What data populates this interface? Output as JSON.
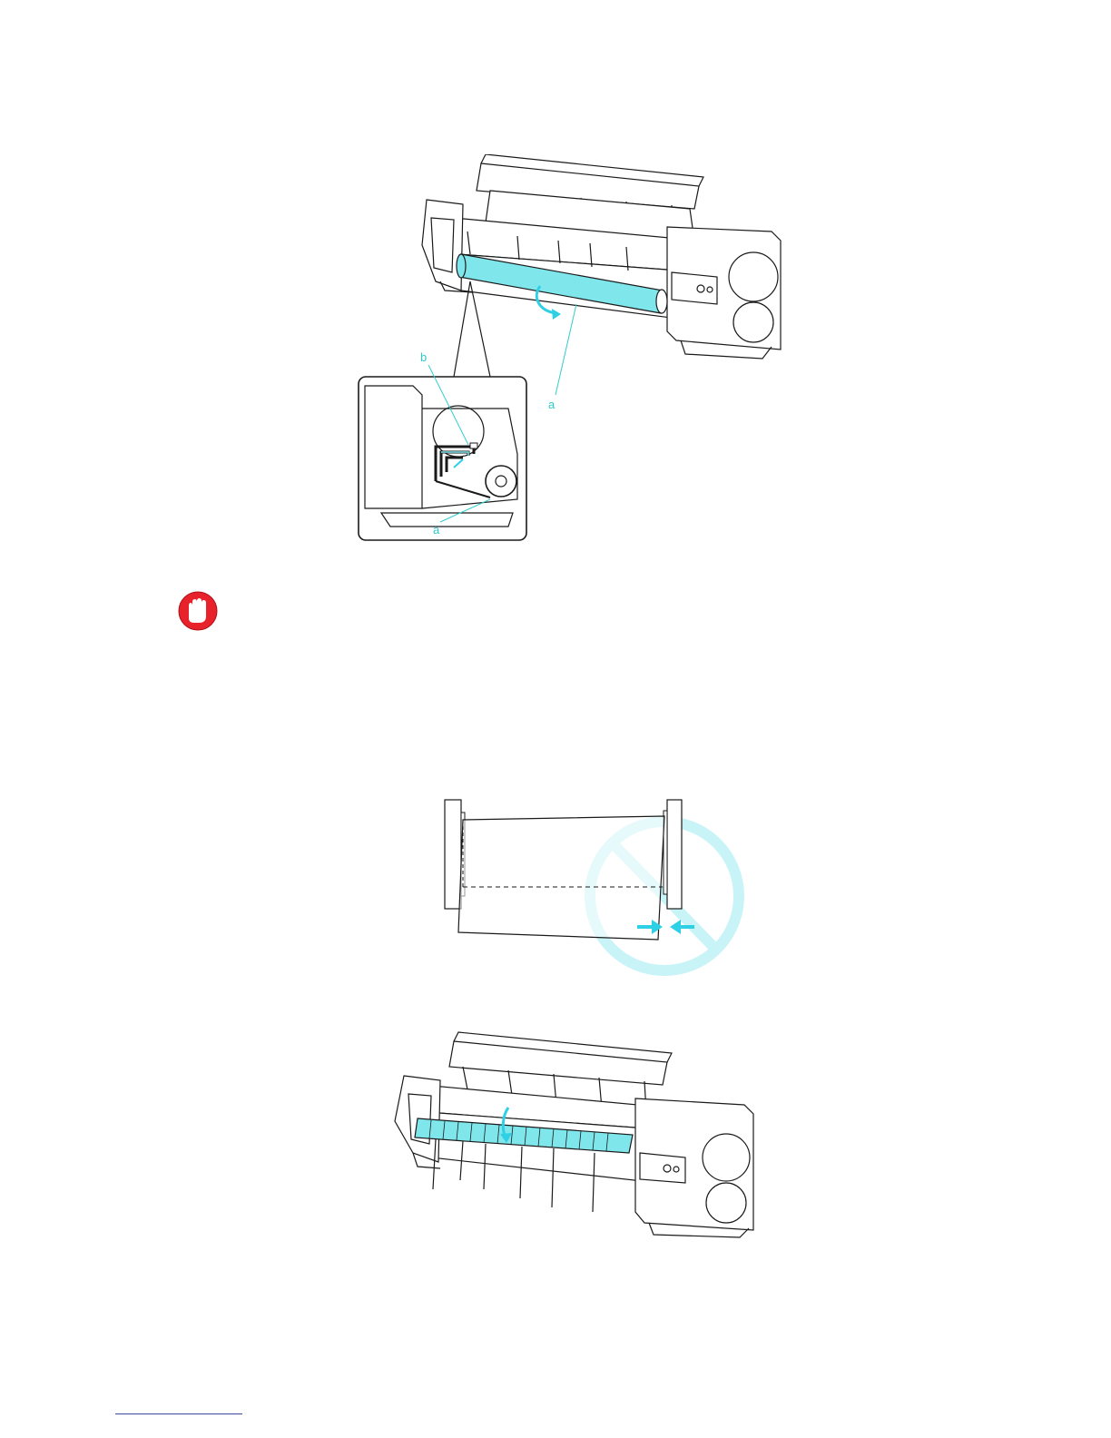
{
  "figure1": {
    "callouts": {
      "a_main": "a",
      "b_inset": "b",
      "a_inset": "a"
    }
  },
  "colors": {
    "highlight": "#7fe6ec",
    "callout_line": "#33cccc",
    "prohibit": "#c8f4f8",
    "arrow": "#2ed0e6",
    "important_red": "#e8222a",
    "line": "#1a1a1a",
    "footnote_rule": "#3a4a9a"
  },
  "icons": {
    "important": "stop-hand-icon",
    "prohibit": "prohibited-icon"
  }
}
